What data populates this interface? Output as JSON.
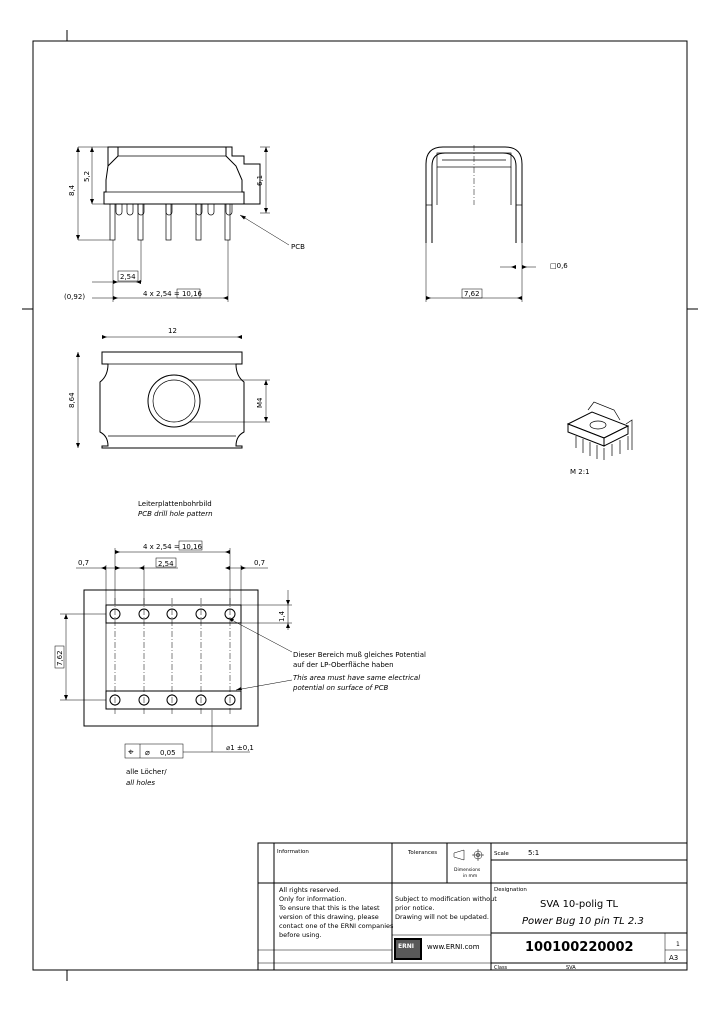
{
  "front_view": {
    "dim_height_total": "8,4",
    "dim_height_body": "5,2",
    "dim_height_right": "6,1",
    "dim_pitch": "2,54",
    "dim_offset": "(0,92)",
    "dim_pitch_total": "4 x 2,54 = 10,16",
    "pcb_label": "PCB"
  },
  "side_view": {
    "dim_pin": "□0,6",
    "dim_row_spacing": "7,62"
  },
  "top_view": {
    "dim_width": "12",
    "dim_height": "8,64",
    "dim_thread": "M4"
  },
  "iso_view": {
    "scale_label": "M 2:1"
  },
  "pcb_pattern": {
    "title_de": "Leiterplattenbohrbild",
    "title_en": "PCB drill hole pattern",
    "dim_pitch_total": "4 x 2,54 = 10,16",
    "dim_pitch": "2,54",
    "dim_edge_left": "0,7",
    "dim_edge_right": "0,7",
    "dim_row_offset": "1,4",
    "dim_row_spacing": "7,62",
    "note_de_1": "Dieser Bereich muß gleiches Potential",
    "note_de_2": "auf der LP-Oberfläche haben",
    "note_en_1": "This area must have same electrical",
    "note_en_2": "potential on surface of PCB",
    "tolerance_symbol": "⌖",
    "tolerance_diameter": "⌀",
    "tolerance_value": "0,05",
    "hole_diameter": "⌀1 ±0,1",
    "holes_de": "alle Löcher/",
    "holes_en": "all holes"
  },
  "title_block": {
    "information_label": "Information",
    "tolerances_label": "Tolerances",
    "dimensions_label": "Dimensions",
    "dimensions_unit": "in mm",
    "scale_label": "Scale",
    "scale_value": "5:1",
    "rights_1": "All rights reserved.",
    "rights_2": "Only for information.",
    "rights_3": "To ensure that this is the latest",
    "rights_4": "version of this drawing, please",
    "rights_5": "contact one of the ERNI companies",
    "rights_6": "before using.",
    "subject_1": "Subject to modification without",
    "subject_2": "prior notice.",
    "subject_3": "Drawing will not be updated.",
    "website": "www.ERNI.com",
    "erni_logo": "ERNI",
    "designation_label": "Designation",
    "designation_de": "SVA 10-polig TL",
    "designation_en": "Power Bug 10 pin TL 2.3",
    "part_number": "100100220002",
    "sheet_number": "1",
    "sheet_size": "A3",
    "class_label": "Class",
    "class_value": "SVA"
  }
}
